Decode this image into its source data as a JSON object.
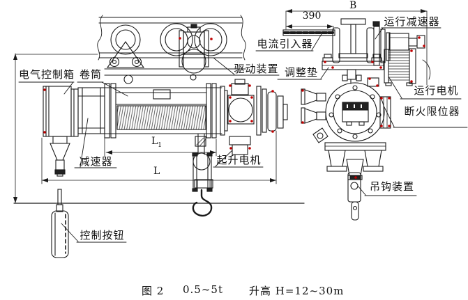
{
  "figure": {
    "caption": {
      "figure_no": "图 2",
      "capacity_range": "0.5~5t",
      "lift_height": "升高 H=12~30m"
    }
  },
  "front_view": {
    "labels": {
      "electric_control_box": "电气控制箱",
      "drum": "卷筒",
      "drive_unit": "驱动装置",
      "reducer": "减速器",
      "hoist_motor": "起升电机",
      "control_pendant": "控制按钮"
    },
    "dimensions": {
      "drum_length_base": "L",
      "drum_length_sub": "1",
      "overall_length": "L"
    }
  },
  "side_view": {
    "labels": {
      "current_collector": "电流引入器",
      "adjusting_pad": "调整垫",
      "travel_reducer": "运行减速器",
      "travel_motor": "运行电机",
      "fire_limit_switch": "断火限位器",
      "hook_assembly": "吊钩装置"
    },
    "dimensions": {
      "width": "B",
      "rail_length": "390"
    }
  },
  "colors": {
    "line": "#1a1a1a",
    "accent_red": "#c00000",
    "background": "#ffffff"
  }
}
